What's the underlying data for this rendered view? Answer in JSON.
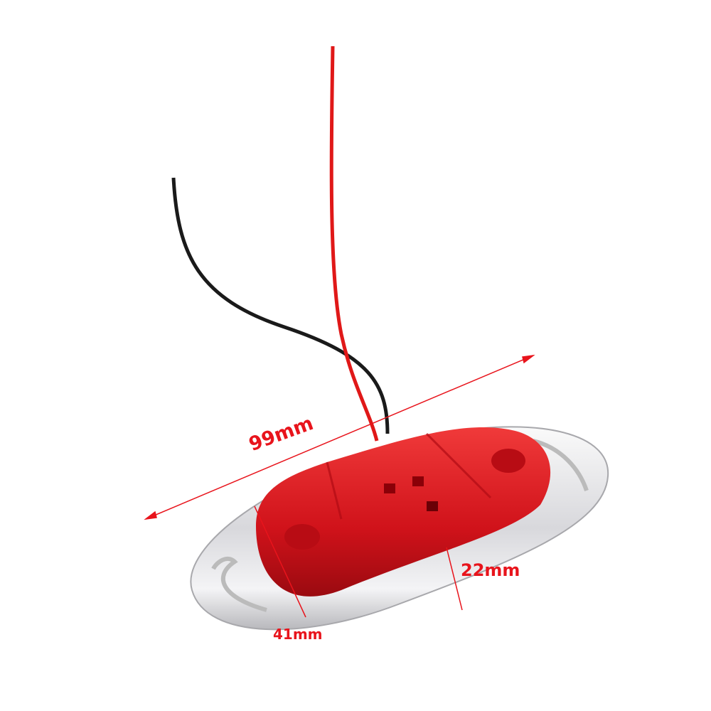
{
  "dimensions": {
    "length": "99mm",
    "height": "22mm",
    "width": "41mm"
  },
  "colors": {
    "annotation": "#e8141c",
    "lens": "#d8141c",
    "wire_positive": "#e01818",
    "wire_negative": "#1a1a1a",
    "housing": "#e6e6e8"
  }
}
